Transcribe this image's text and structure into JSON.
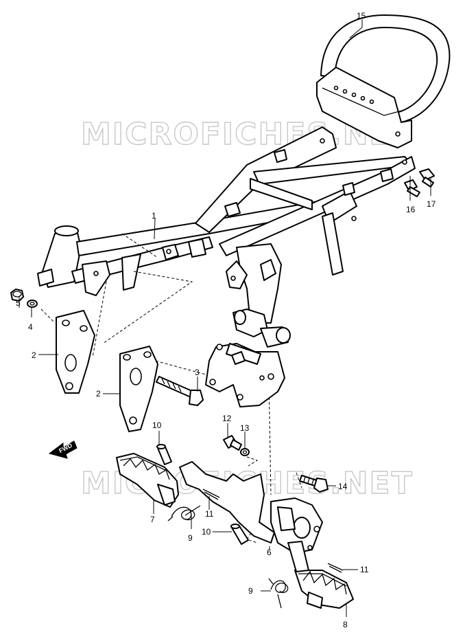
{
  "watermark": {
    "text": "MICROFICHES.NET"
  },
  "fwd_label": "FWD",
  "callouts": [
    "1",
    "2",
    "2",
    "3",
    "4",
    "5",
    "6",
    "7",
    "8",
    "9",
    "9",
    "10",
    "10",
    "11",
    "11",
    "12",
    "13",
    "14",
    "15",
    "16",
    "17"
  ]
}
